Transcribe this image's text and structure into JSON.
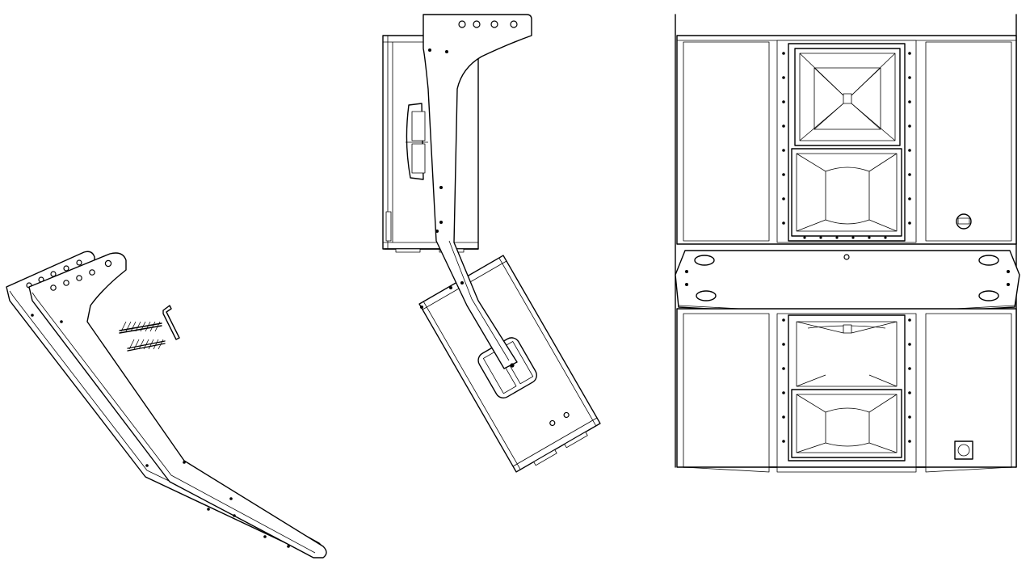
{
  "figure": {
    "views": [
      {
        "id": "kit",
        "name": "bracket-kit-view"
      },
      {
        "id": "side",
        "name": "side-mounted-view"
      },
      {
        "id": "front",
        "name": "front-array-view"
      }
    ],
    "kit_items": [
      "bracket-plate",
      "bracket-plate",
      "bolt-set",
      "hex-key"
    ],
    "line_color": "#000000",
    "background": "#ffffff"
  }
}
